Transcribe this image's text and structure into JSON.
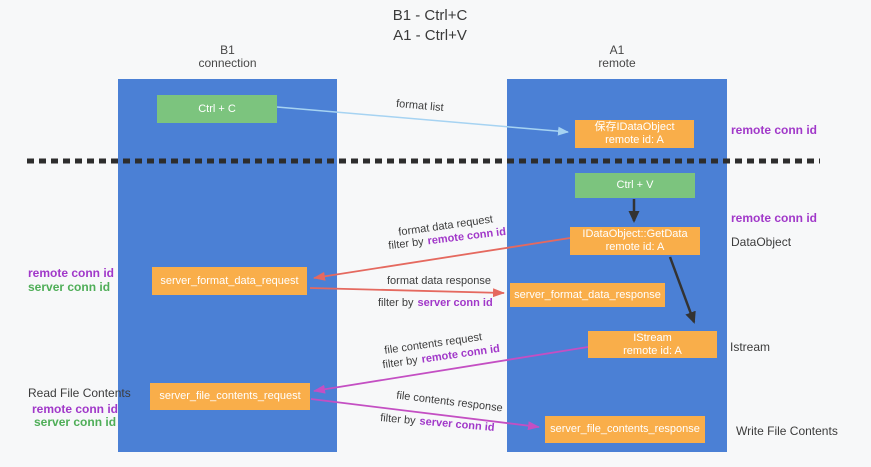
{
  "colors": {
    "background": "#f7f8f9",
    "column_blue": "#4b80d5",
    "box_orange": "#f9ae4a",
    "box_green": "#7cc47e",
    "arrow_lightblue": "#a6d3f2",
    "arrow_red": "#e5695f",
    "arrow_magenta": "#c44fc3",
    "arrow_black": "#333333",
    "label_purple": "#a138c9",
    "label_green": "#4fae58",
    "text_dark": "#3c3c3c",
    "dash_black": "#2d2d2d"
  },
  "title": {
    "line1": "B1 - Ctrl+C",
    "line2": "A1 - Ctrl+V"
  },
  "lifelines": {
    "b1": {
      "name": "B1",
      "role": "connection"
    },
    "a1": {
      "name": "A1",
      "role": "remote"
    }
  },
  "nodes": {
    "ctrl_c": "Ctrl + C",
    "ctrl_v": "Ctrl + V",
    "save_idataobject": {
      "line1": "保存IDataObject",
      "line2": "remote id: A"
    },
    "getdata": {
      "line1": "IDataObject::GetData",
      "line2": "remote id: A"
    },
    "istream": {
      "line1": "IStream",
      "line2": "remote id: A"
    },
    "server_format_data_request": "server_format_data_request",
    "server_format_data_response": "server_format_data_response",
    "server_file_contents_request": "server_file_contents_request",
    "server_file_contents_response": "server_file_contents_response"
  },
  "side_labels": {
    "remote_conn_id": "remote conn id",
    "server_conn_id": "server conn id",
    "dataobject": "DataObject",
    "istream": "Istream",
    "read_file_contents": "Read File Contents",
    "write_file_contents": "Write File Contents"
  },
  "arrow_labels": {
    "format_list": "format list",
    "format_data_request": "format data request",
    "format_data_response": "format data response",
    "file_contents_request": "file contents request",
    "file_contents_response": "file contents response",
    "filter_by": "filter by",
    "remote_conn_id": "remote conn id",
    "server_conn_id": "server conn id"
  }
}
